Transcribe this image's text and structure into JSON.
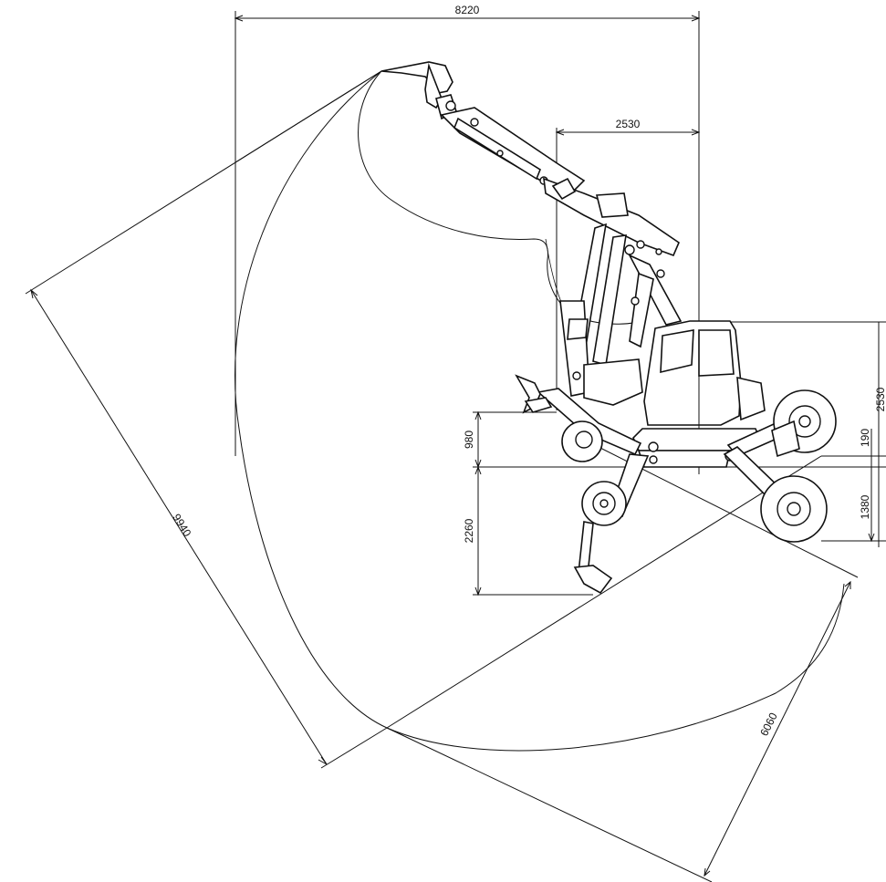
{
  "dimensions": {
    "overall_width": "8220",
    "boom_offset": "2530",
    "cab_height": "2530",
    "diagonal_reach": "9940",
    "ground_reach": "6060",
    "outrigger_height": "980",
    "wheel_depth": "2260",
    "axle_height": "190",
    "wheel_lower": "1380"
  },
  "colors": {
    "line": "#111111",
    "background": "#ffffff"
  }
}
